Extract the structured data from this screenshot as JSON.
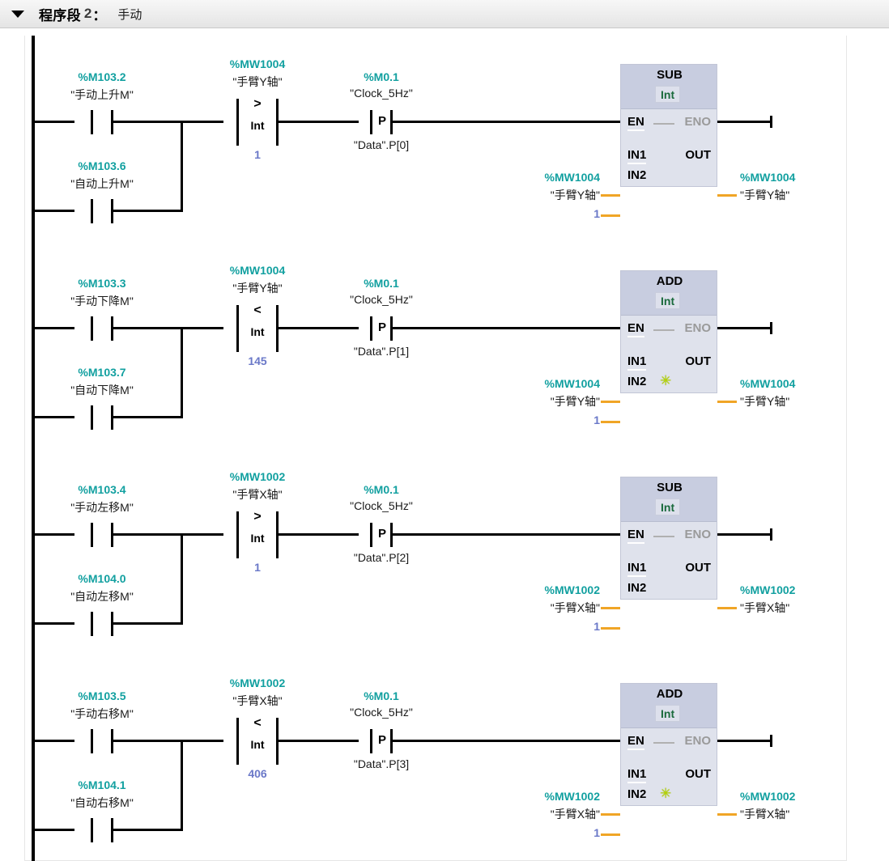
{
  "header": {
    "collapse_icon": "triangle-down-icon",
    "label": "程序段",
    "number": "2",
    "colon": "：",
    "comment": "手动"
  },
  "labels": {
    "en": "EN",
    "eno": "ENO",
    "in1": "IN1",
    "in2": "IN2",
    "out": "OUT",
    "p_letter": "P",
    "int_type": "Int",
    "sparkle_icon": "✳"
  },
  "rungs": [
    {
      "id": "rung-1",
      "contact_a": {
        "addr": "%M103.2",
        "name": "\"手动上升M\""
      },
      "contact_b": {
        "addr": "%M103.6",
        "name": "\"自动上升M\""
      },
      "compare": {
        "addr": "%MW1004",
        "name": "\"手臂Y轴\"",
        "op": ">",
        "type": "Int",
        "value": "1"
      },
      "pulse": {
        "addr": "%M0.1",
        "name": "\"Clock_5Hz\"",
        "memory": "\"Data\".P[0]"
      },
      "block": {
        "title": "SUB",
        "type": "Int",
        "in1_addr": "%MW1004",
        "in1_name": "\"手臂Y轴\"",
        "in2_value": "1",
        "out_addr": "%MW1004",
        "out_name": "\"手臂Y轴\"",
        "has_sparkle": false
      }
    },
    {
      "id": "rung-2",
      "contact_a": {
        "addr": "%M103.3",
        "name": "\"手动下降M\""
      },
      "contact_b": {
        "addr": "%M103.7",
        "name": "\"自动下降M\""
      },
      "compare": {
        "addr": "%MW1004",
        "name": "\"手臂Y轴\"",
        "op": "<",
        "type": "Int",
        "value": "145"
      },
      "pulse": {
        "addr": "%M0.1",
        "name": "\"Clock_5Hz\"",
        "memory": "\"Data\".P[1]"
      },
      "block": {
        "title": "ADD",
        "type": "Int",
        "in1_addr": "%MW1004",
        "in1_name": "\"手臂Y轴\"",
        "in2_value": "1",
        "out_addr": "%MW1004",
        "out_name": "\"手臂Y轴\"",
        "has_sparkle": true
      }
    },
    {
      "id": "rung-3",
      "contact_a": {
        "addr": "%M103.4",
        "name": "\"手动左移M\""
      },
      "contact_b": {
        "addr": "%M104.0",
        "name": "\"自动左移M\""
      },
      "compare": {
        "addr": "%MW1002",
        "name": "\"手臂X轴\"",
        "op": ">",
        "type": "Int",
        "value": "1"
      },
      "pulse": {
        "addr": "%M0.1",
        "name": "\"Clock_5Hz\"",
        "memory": "\"Data\".P[2]"
      },
      "block": {
        "title": "SUB",
        "type": "Int",
        "in1_addr": "%MW1002",
        "in1_name": "\"手臂X轴\"",
        "in2_value": "1",
        "out_addr": "%MW1002",
        "out_name": "\"手臂X轴\"",
        "has_sparkle": false
      }
    },
    {
      "id": "rung-4",
      "contact_a": {
        "addr": "%M103.5",
        "name": "\"手动右移M\""
      },
      "contact_b": {
        "addr": "%M104.1",
        "name": "\"自动右移M\""
      },
      "compare": {
        "addr": "%MW1002",
        "name": "\"手臂X轴\"",
        "op": "<",
        "type": "Int",
        "value": "406"
      },
      "pulse": {
        "addr": "%M0.1",
        "name": "\"Clock_5Hz\"",
        "memory": "\"Data\".P[3]"
      },
      "block": {
        "title": "ADD",
        "type": "Int",
        "in1_addr": "%MW1002",
        "in1_name": "\"手臂X轴\"",
        "in2_value": "1",
        "out_addr": "%MW1002",
        "out_name": "\"手臂X轴\"",
        "has_sparkle": true
      }
    }
  ],
  "colors": {
    "address_teal": "#12a0a0",
    "constant_blue": "#6a78c8",
    "connector_orange": "#f0a526",
    "block_body": "#dfe2ec",
    "block_header": "#c8cde0",
    "type_green": "#1a6a3c",
    "sparkle_green": "#b5d400"
  }
}
